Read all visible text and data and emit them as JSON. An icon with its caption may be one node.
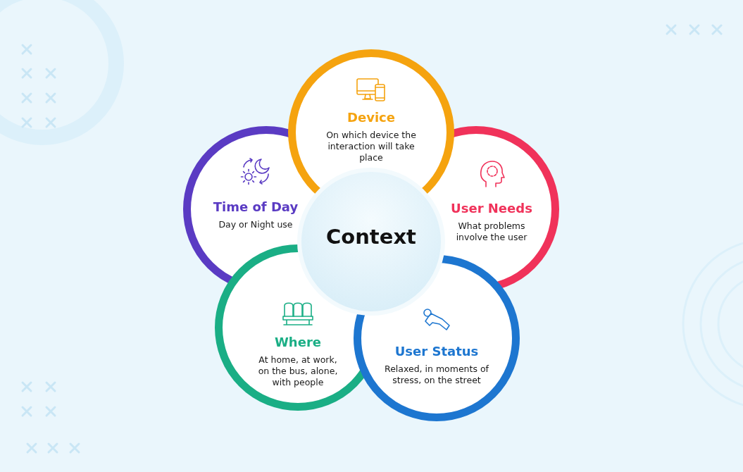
{
  "diagram": {
    "nodes": [
      {
        "text": [
          "Context"
        ]
      },
      {
        "text": [
          "Device",
          "On which device the interaction will take place"
        ]
      },
      {
        "text": [
          "User Needs",
          "What problems involve the user"
        ]
      },
      {
        "text": [
          "User Status",
          "Relaxed, in moments of stress, on the street"
        ]
      },
      {
        "text": [
          "Where",
          "At home, at work, on the bus, alone, with people"
        ]
      },
      {
        "text": [
          "Time of Day",
          "Day or Night use"
        ]
      }
    ]
  }
}
